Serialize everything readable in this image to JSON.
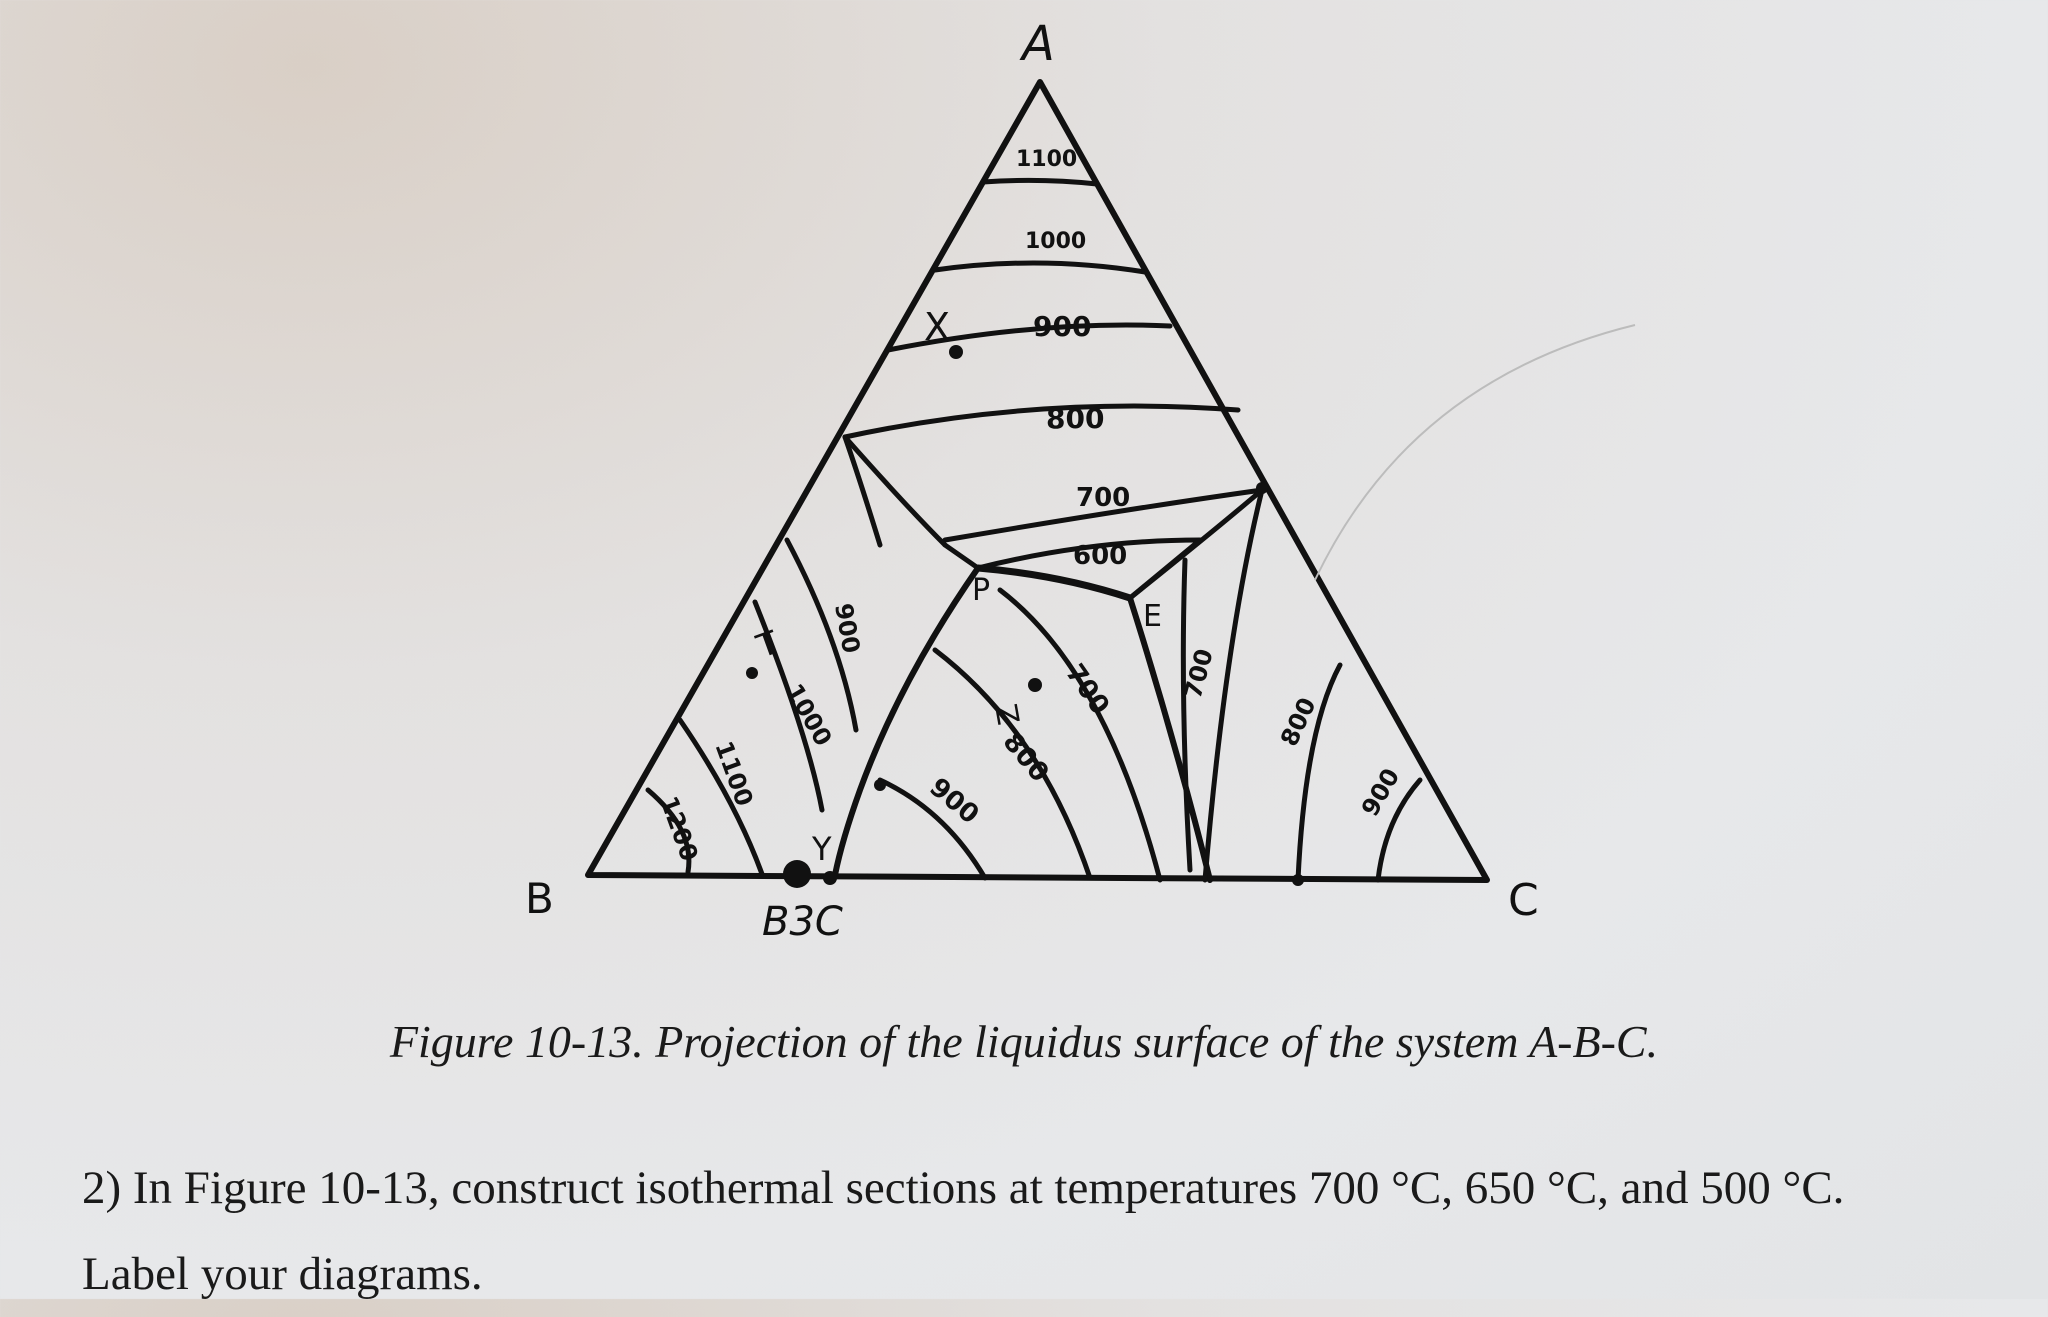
{
  "diagram": {
    "vertices": {
      "top": "A",
      "left": "B",
      "right": "C"
    },
    "compound": "B3C",
    "points": {
      "x": "X",
      "y": "Y",
      "t": "T",
      "z": "Z",
      "p": "P",
      "e": "E"
    },
    "isotherms": {
      "a_field": [
        "1100",
        "1000",
        "900",
        "800",
        "700",
        "600"
      ],
      "b_field": [
        "1200",
        "1100",
        "1000",
        "900"
      ],
      "b3c_field": [
        "900",
        "800",
        "700"
      ],
      "c_field": [
        "700",
        "800",
        "900"
      ]
    }
  },
  "caption": "Figure 10-13.  Projection of the liquidus surface of the system A-B-C.",
  "question": {
    "line1": "2) In Figure 10-13, construct isothermal sections at temperatures 700 °C, 650 °C, and 500 °C.",
    "line2": "Label your diagrams."
  }
}
